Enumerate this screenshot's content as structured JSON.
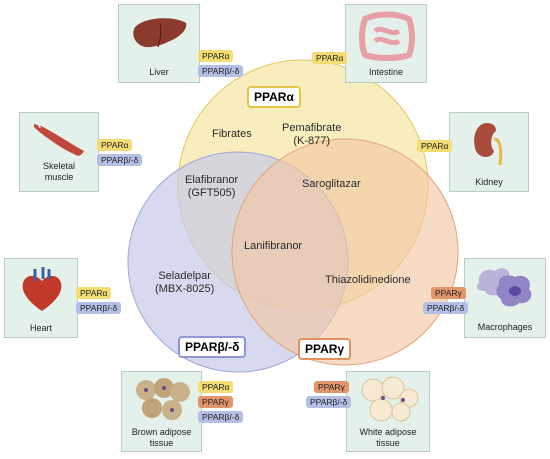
{
  "venn": {
    "alpha_title": "PPARα",
    "bd_title": "PPARβ/-δ",
    "gamma_title": "PPARγ",
    "colors": {
      "alpha": "#f5e7a6",
      "bd": "#c6cbe8",
      "gamma": "#f3c8a6"
    },
    "drugs": {
      "fibrates": "Fibrates",
      "pemafibrate_1": "Pemafibrate",
      "pemafibrate_2": "(K-877)",
      "elafibranor_1": "Elafibranor",
      "elafibranor_2": "(GFT505)",
      "saroglitazar": "Saroglitazar",
      "lanifibranor": "Lanifibranor",
      "seladelpar_1": "Seladelpar",
      "seladelpar_2": "(MBX-8025)",
      "thiazolidinedione": "Thiazolidinedione"
    }
  },
  "tissues": {
    "liver": {
      "label": "Liver",
      "tags": [
        "PPARα",
        "PPARβ/-δ"
      ],
      "icon": "liver-icon"
    },
    "intestine": {
      "label": "Intestine",
      "tags": [
        "PPARα"
      ],
      "icon": "intestine-icon"
    },
    "skeletal_muscle": {
      "label_1": "Skeletal",
      "label_2": "muscle",
      "tags": [
        "PPARα",
        "PPARβ/-δ"
      ],
      "icon": "muscle-icon"
    },
    "kidney": {
      "label": "Kidney",
      "tags": [
        "PPARα"
      ],
      "icon": "kidney-icon"
    },
    "heart": {
      "label": "Heart",
      "tags": [
        "PPARα",
        "PPARβ/-δ"
      ],
      "icon": "heart-icon"
    },
    "macrophages": {
      "label": "Macrophages",
      "tags": [
        "PPARγ",
        "PPARβ/-δ"
      ],
      "icon": "macrophage-icon"
    },
    "brown_adipose": {
      "label_1": "Brown adipose",
      "label_2": "tissue",
      "tags": [
        "PPARα",
        "PPARγ",
        "PPARβ/-δ"
      ],
      "icon": "brown-adipose-icon"
    },
    "white_adipose": {
      "label_1": "White adipose",
      "label_2": "tissue",
      "tags": [
        "PPARγ",
        "PPARβ/-δ"
      ],
      "icon": "white-adipose-icon"
    }
  }
}
